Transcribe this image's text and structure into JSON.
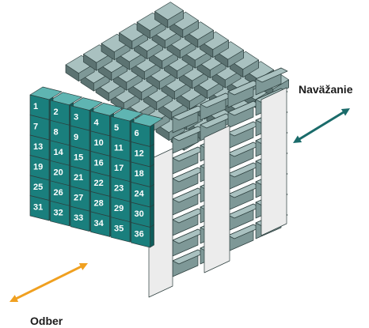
{
  "labels": {
    "loading": "Naväžanie",
    "unloading": "Odber"
  },
  "front_cells": [
    "1",
    "2",
    "3",
    "4",
    "5",
    "6",
    "7",
    "8",
    "9",
    "10",
    "11",
    "12",
    "13",
    "14",
    "15",
    "16",
    "17",
    "18",
    "19",
    "20",
    "21",
    "22",
    "23",
    "24",
    "25",
    "26",
    "27",
    "28",
    "29",
    "30",
    "31",
    "32",
    "33",
    "34",
    "35",
    "36"
  ],
  "colors": {
    "teal_front": "#1a7f7d",
    "teal_top": "#5fb5b2",
    "teal_side": "#0f5d5b",
    "gray_top": "#a9c1c0",
    "gray_side": "#7e9897",
    "gray_dark": "#5c7372",
    "panel": "#ececec",
    "outline": "#2c3e3d",
    "arrow_loading": "#1a6b6a",
    "arrow_unloading": "#f0a020"
  },
  "icons": {
    "loading_arrow": "double-headed-arrow",
    "unloading_arrow": "double-headed-arrow"
  }
}
